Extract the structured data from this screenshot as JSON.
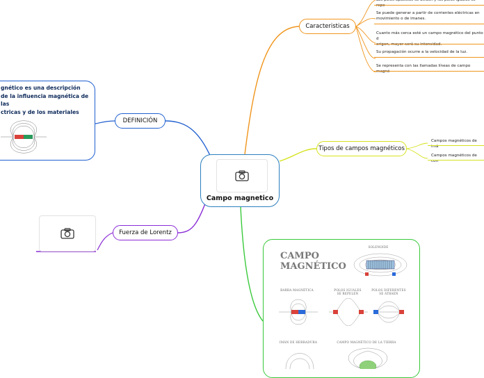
{
  "central": {
    "label": "Campo magnetico",
    "icon": "camera-icon"
  },
  "definicion": {
    "label": "DEFINICIÓN",
    "card_lines": [
      "gnético es una descripción",
      "de la influencia magnética de las",
      "ctricas y de los materiales"
    ]
  },
  "lorentz": {
    "label": "Fuerza de Lorentz",
    "icon": "camera-icon"
  },
  "caracteristicas": {
    "label": "Caracteristicas",
    "items": [
      "Los polos opuestos se atraen y los polos iguales se repe",
      "Se puede generar a partir de corrientes eléctricas en|movimiento o de imanes.",
      "Cuanto más cerca esté un campo magnético del punto d|origen, mayor será su intensidad.",
      "Su propagación ocurre a la velocidad de la luz.",
      "Se representa con las llamadas líneas de campo magné"
    ]
  },
  "tipos": {
    "label": "Tipos de campos magnéticos",
    "items": [
      "Campos magnéticos de imá",
      "Campos magnéticos de corr"
    ]
  },
  "infographic": {
    "title_line1": "CAMPO",
    "title_line2": "MAGNÉTICO",
    "solenoide": "SOLENOIDE",
    "barra": "BARRA MAGNÉTICA",
    "polos_iguales": "POLOS IGUALES|SE REPELEN",
    "polos_diferentes": "POLOS DIFERENTES|SE ATRAEN",
    "iman": "IMÁN DE HERRADURA",
    "tierra": "CAMPO MAGNÉTICO DE LA TIERRA"
  },
  "colors": {
    "central": "#2a7fbf",
    "definicion": "#1f5fd0",
    "lorentz": "#8a2bd6",
    "caracteristicas": "#f0951c",
    "tipos": "#d6e21c",
    "infographic": "#38c93a"
  }
}
